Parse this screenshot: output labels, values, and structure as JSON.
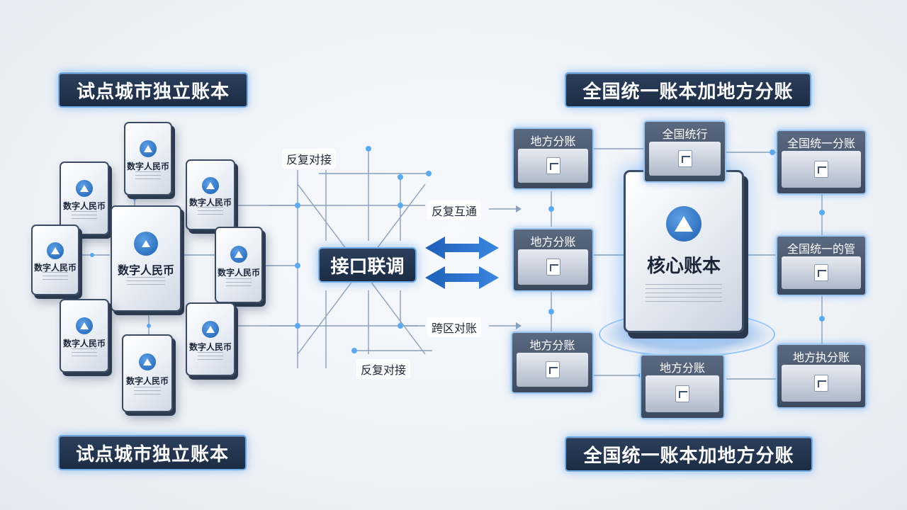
{
  "left_section": {
    "title_top": "试点城市独立账本",
    "title_bottom": "试点城市独立账本",
    "ledger_label": "数字人民币"
  },
  "connections": {
    "labels": [
      "反复对接",
      "反复互通",
      "跨区对账",
      "反复对接"
    ],
    "hub": "接口联调"
  },
  "right_section": {
    "title_top": "全国统一账本加地方分账",
    "title_bottom": "全国统一账本加地方分账",
    "core": "核心账本",
    "nodes": [
      "地方分账",
      "全国统行",
      "全国统一分账",
      "地方分账",
      "全国统一的管",
      "地方分账",
      "地方分账",
      "地方执分账"
    ]
  },
  "colors": {
    "accent": "#2f73c4",
    "banner": "#1f304a",
    "glow": "#6fa9e6"
  }
}
